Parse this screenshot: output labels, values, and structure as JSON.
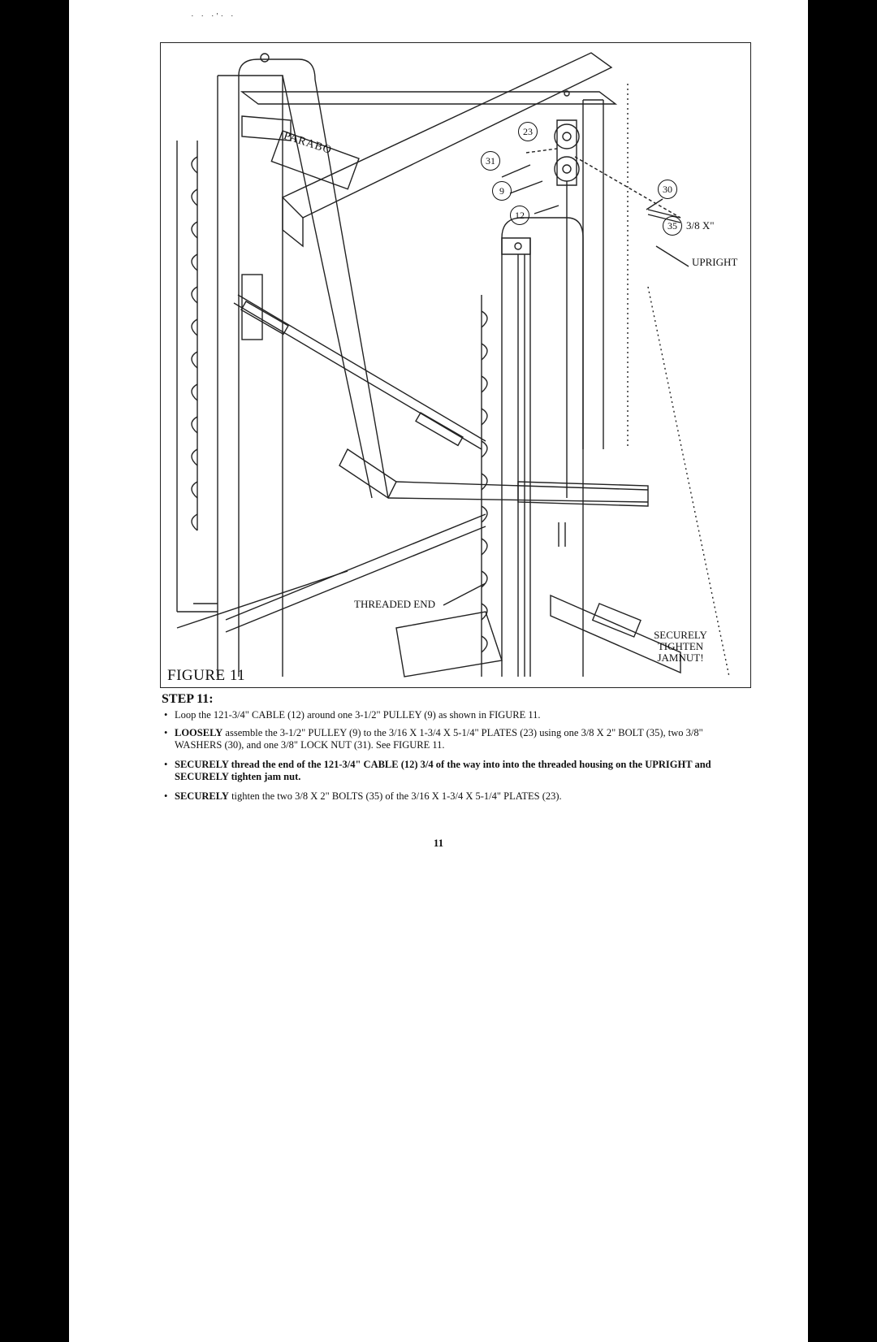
{
  "corner_marks": "· · ·'·  ·",
  "figure": {
    "label": "FIGURE 11",
    "brand_text": "PARABO",
    "callouts": {
      "threaded_end": "THREADED END",
      "upright": "UPRIGHT",
      "bolt_size": "3/8 X\"",
      "tighten_line1": "SECURELY",
      "tighten_line2": "TIGHTEN",
      "tighten_line3": "JAMNUT!"
    },
    "part_numbers": {
      "p23": "23",
      "p31": "31",
      "p9": "9",
      "p12": "12",
      "p30": "30",
      "p35": "35"
    }
  },
  "step": {
    "title": "STEP 11:",
    "instructions": [
      {
        "bold": "",
        "text": "Loop the 121-3/4\" CABLE (12) around one 3-1/2\" PULLEY (9) as shown in FIGURE 11."
      },
      {
        "bold": "LOOSELY",
        "text": " assemble the 3-1/2\" PULLEY (9) to the 3/16 X 1-3/4 X 5-1/4\" PLATES (23) using one 3/8 X 2\" BOLT (35), two 3/8\" WASHERS (30), and one 3/8\" LOCK NUT (31). See FIGURE 11."
      },
      {
        "bold": "SECURELY thread the end of the 121-3/4\" CABLE (12) 3/4 of the way into into the threaded housing on the UPRIGHT and SECURELY tighten jam nut.",
        "text": ""
      },
      {
        "bold": "SECURELY",
        "text": " tighten the two 3/8 X 2\" BOLTS (35) of the 3/16 X 1-3/4 X 5-1/4\" PLATES (23)."
      }
    ]
  },
  "page_number": "11"
}
